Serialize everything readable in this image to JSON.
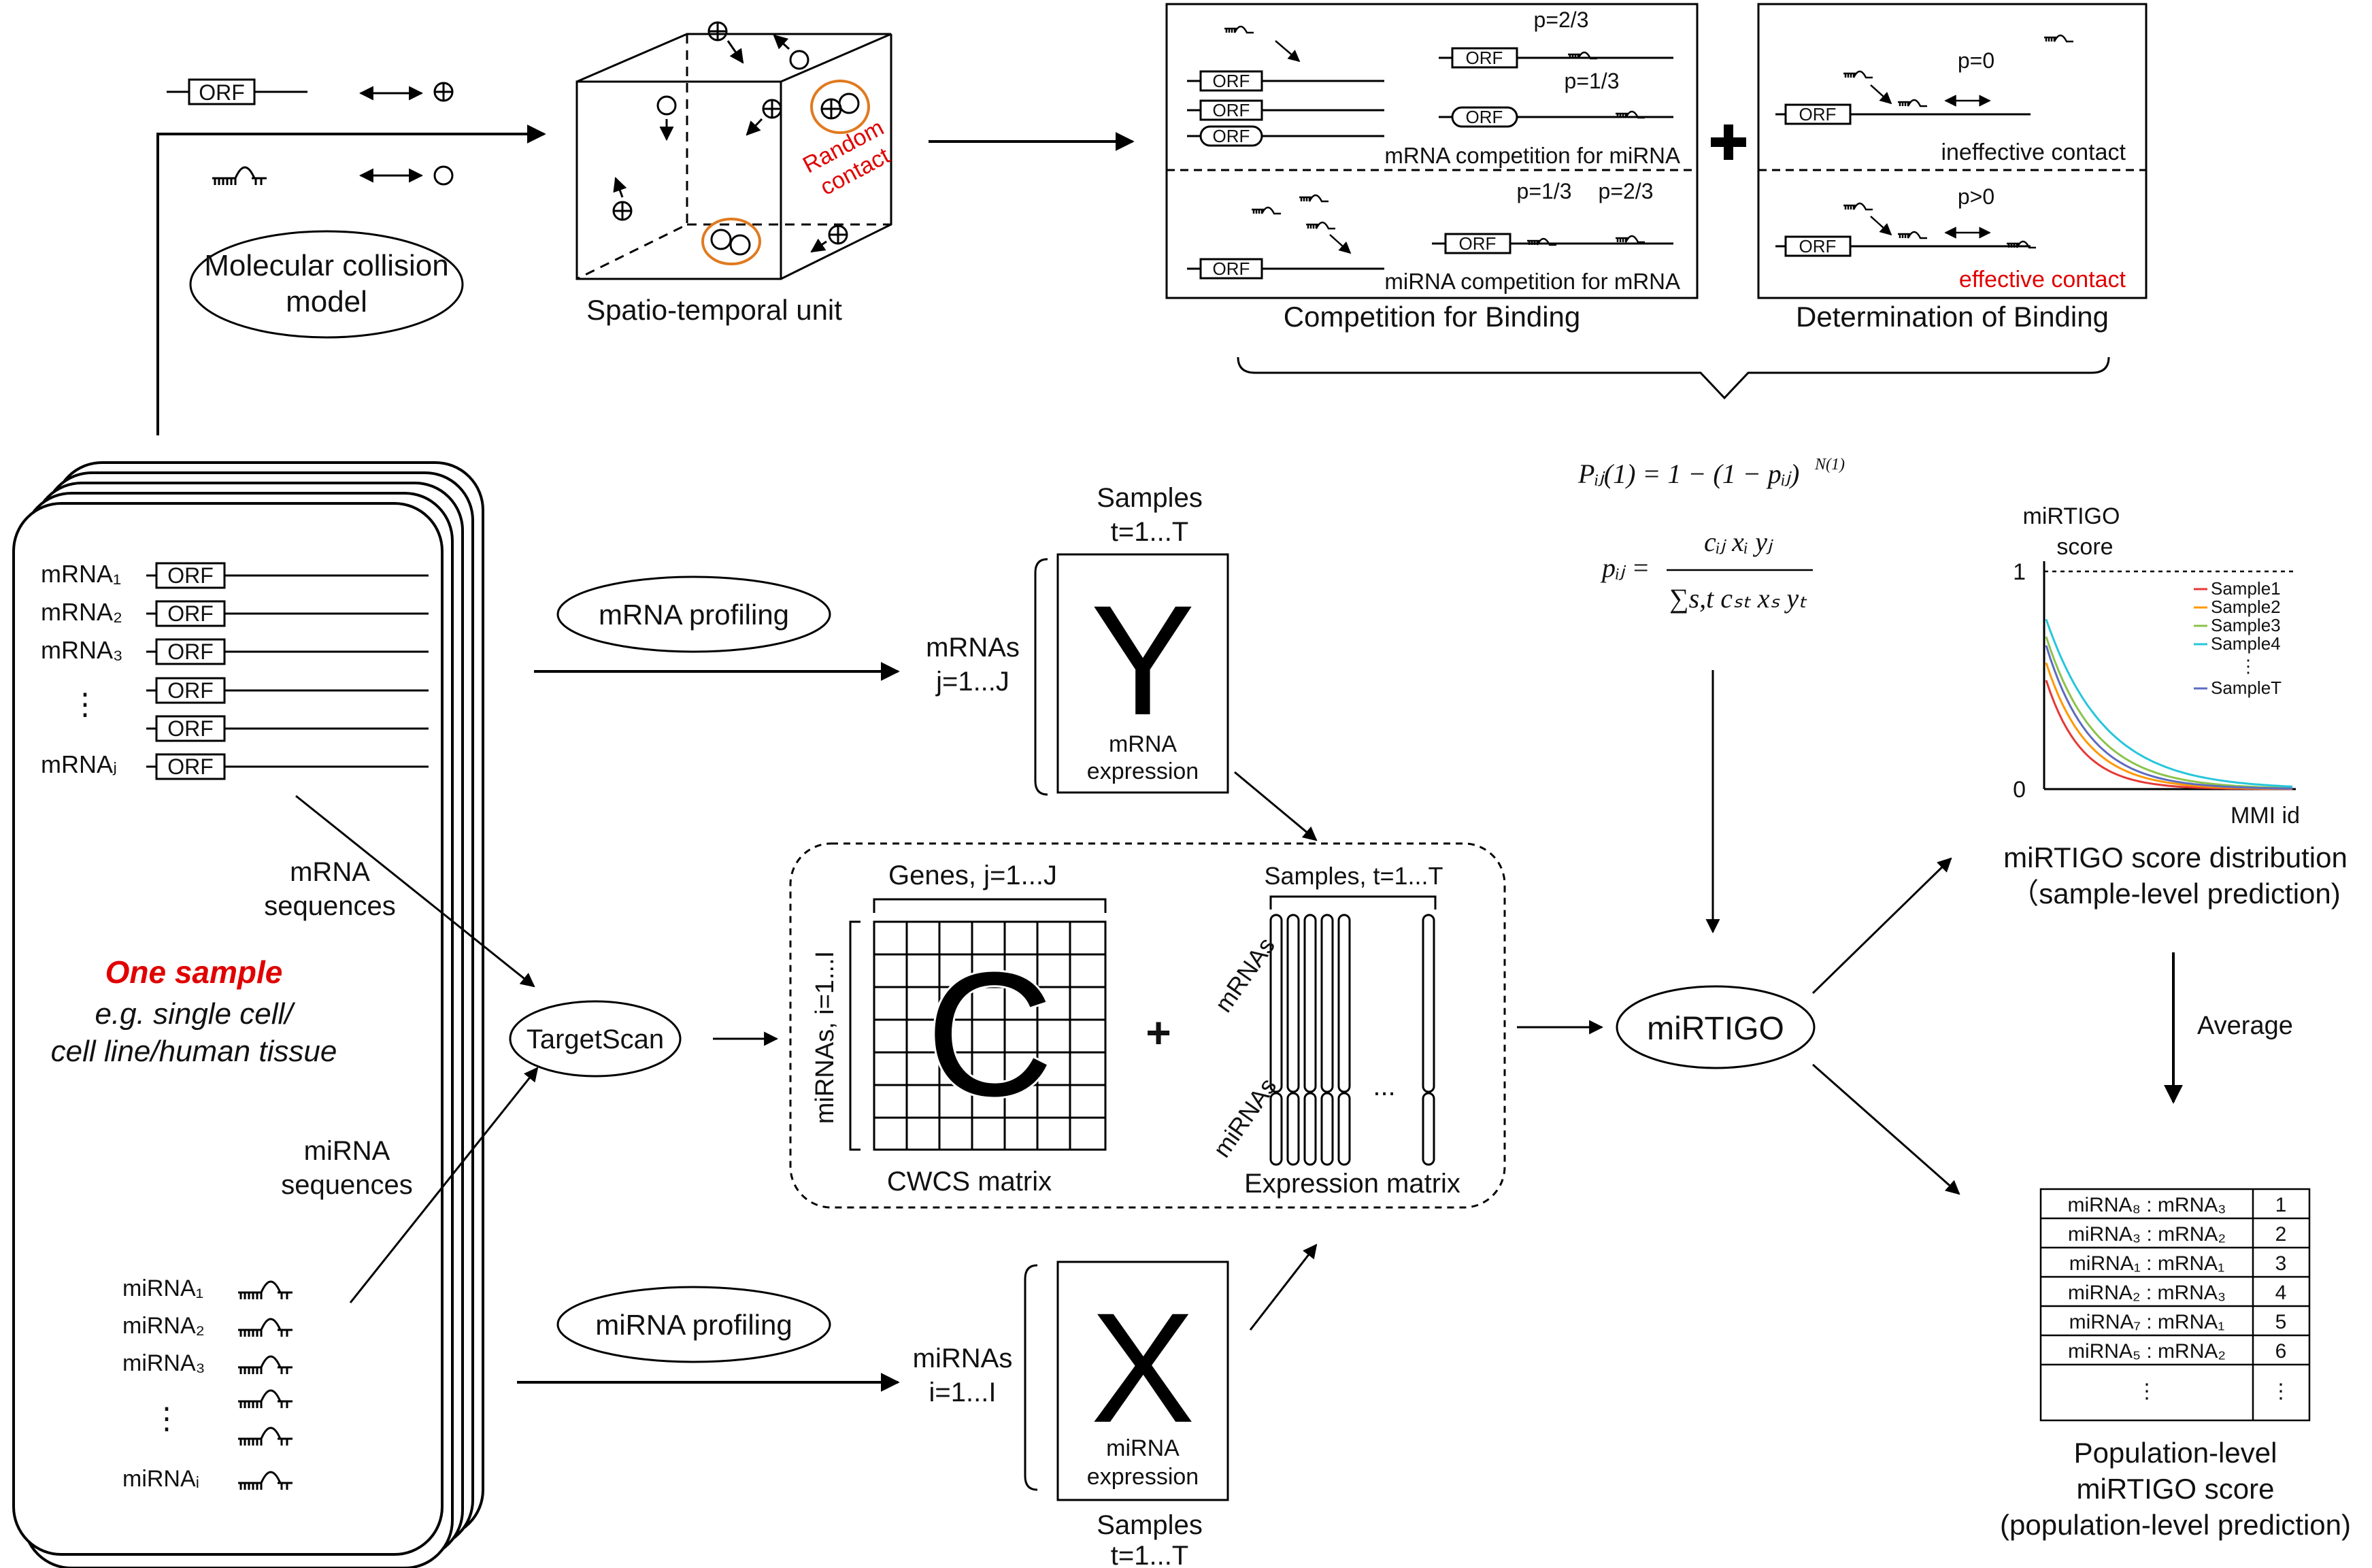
{
  "colors": {
    "red": "#e00000",
    "orange": "#e07a1f",
    "line": "#000000"
  },
  "top": {
    "orf": "ORF",
    "model": [
      "Molecular collision",
      "model"
    ],
    "random_contact": [
      "Random",
      "contact"
    ],
    "unit_label": "Spatio-temporal unit"
  },
  "competition": {
    "p23a": "p=2/3",
    "p13a": "p=1/3",
    "mrna_comp": "mRNA competition for miRNA",
    "p13b": "p=1/3",
    "p23b": "p=2/3",
    "mirna_comp": "miRNA competition for mRNA",
    "caption": "Competition for Binding"
  },
  "determination": {
    "p0": "p=0",
    "ineffective": "ineffective contact",
    "pgt0": "p>0",
    "effective": "effective contact",
    "caption": "Determination of Binding"
  },
  "sample": {
    "mrnas": [
      "mRNA₁",
      "mRNA₂",
      "mRNA₃",
      "⋮",
      "",
      "mRNAⱼ"
    ],
    "mrna_seq": [
      "mRNA",
      "sequences"
    ],
    "one_sample": "One sample",
    "desc": [
      "e.g. single cell/",
      "cell line/human tissue"
    ],
    "mirna_seq": [
      "miRNA",
      "sequences"
    ],
    "mirnas": [
      "miRNA₁",
      "miRNA₂",
      "miRNA₃",
      "⋮",
      "",
      "miRNAᵢ"
    ]
  },
  "profiling": {
    "mrna": "mRNA profiling",
    "mirna": "miRNA profiling"
  },
  "Y": {
    "top": [
      "Samples",
      "t=1...T"
    ],
    "left": [
      "mRNAs",
      "j=1...J"
    ],
    "letter": "Y",
    "sub": [
      "mRNA",
      "expression"
    ]
  },
  "X": {
    "left": [
      "miRNAs",
      "i=1...I"
    ],
    "letter": "X",
    "sub": [
      "miRNA",
      "expression"
    ],
    "bottom": [
      "Samples",
      "t=1...T"
    ]
  },
  "targetscan": "TargetScan",
  "cwcs": {
    "genes": "Genes, j=1...J",
    "mirnas": "miRNAs, i=1...I",
    "letter": "C",
    "label": "CWCS matrix"
  },
  "plus": "+",
  "expr": {
    "samples": "Samples, t=1...T",
    "mrnas": "mRNAs",
    "mirnas": "miRNAs",
    "dots": "...",
    "label": "Expression matrix"
  },
  "formula": {
    "line1": "Pᵢⱼ(1) = 1 − (1 − pᵢⱼ)",
    "line1_sup": "N(1)",
    "lhs2": "pᵢⱼ =",
    "num": "cᵢⱼ xᵢ yⱼ",
    "den": "∑s,t cₛₜ xₛ yₜ"
  },
  "mirtigo": "miRTIGO",
  "plot": {
    "ylabel": [
      "miRTIGO",
      "score"
    ],
    "y1": "1",
    "y0": "0",
    "xlabel": "MMI id",
    "legend": [
      "Sample1",
      "Sample2",
      "Sample3",
      "Sample4",
      "⋮",
      "SampleT"
    ],
    "legend_colors": [
      "#e53935",
      "#ff9800",
      "#8bc34a",
      "#26c6da",
      "#555555",
      "#5c6bc0"
    ],
    "caption": [
      "miRTIGO score distribution",
      "（sample-level prediction)"
    ]
  },
  "average": "Average",
  "table": {
    "rows": [
      [
        "miRNA₈ : mRNA₃",
        "1"
      ],
      [
        "miRNA₃ : mRNA₂",
        "2"
      ],
      [
        "miRNA₁ : mRNA₁",
        "3"
      ],
      [
        "miRNA₂ : mRNA₃",
        "4"
      ],
      [
        "miRNA₇ : mRNA₁",
        "5"
      ],
      [
        "miRNA₅ : mRNA₂",
        "6"
      ],
      [
        "⋮",
        "⋮"
      ]
    ],
    "caption": [
      "Population-level",
      "miRTIGO score",
      "(population-level prediction)"
    ]
  }
}
